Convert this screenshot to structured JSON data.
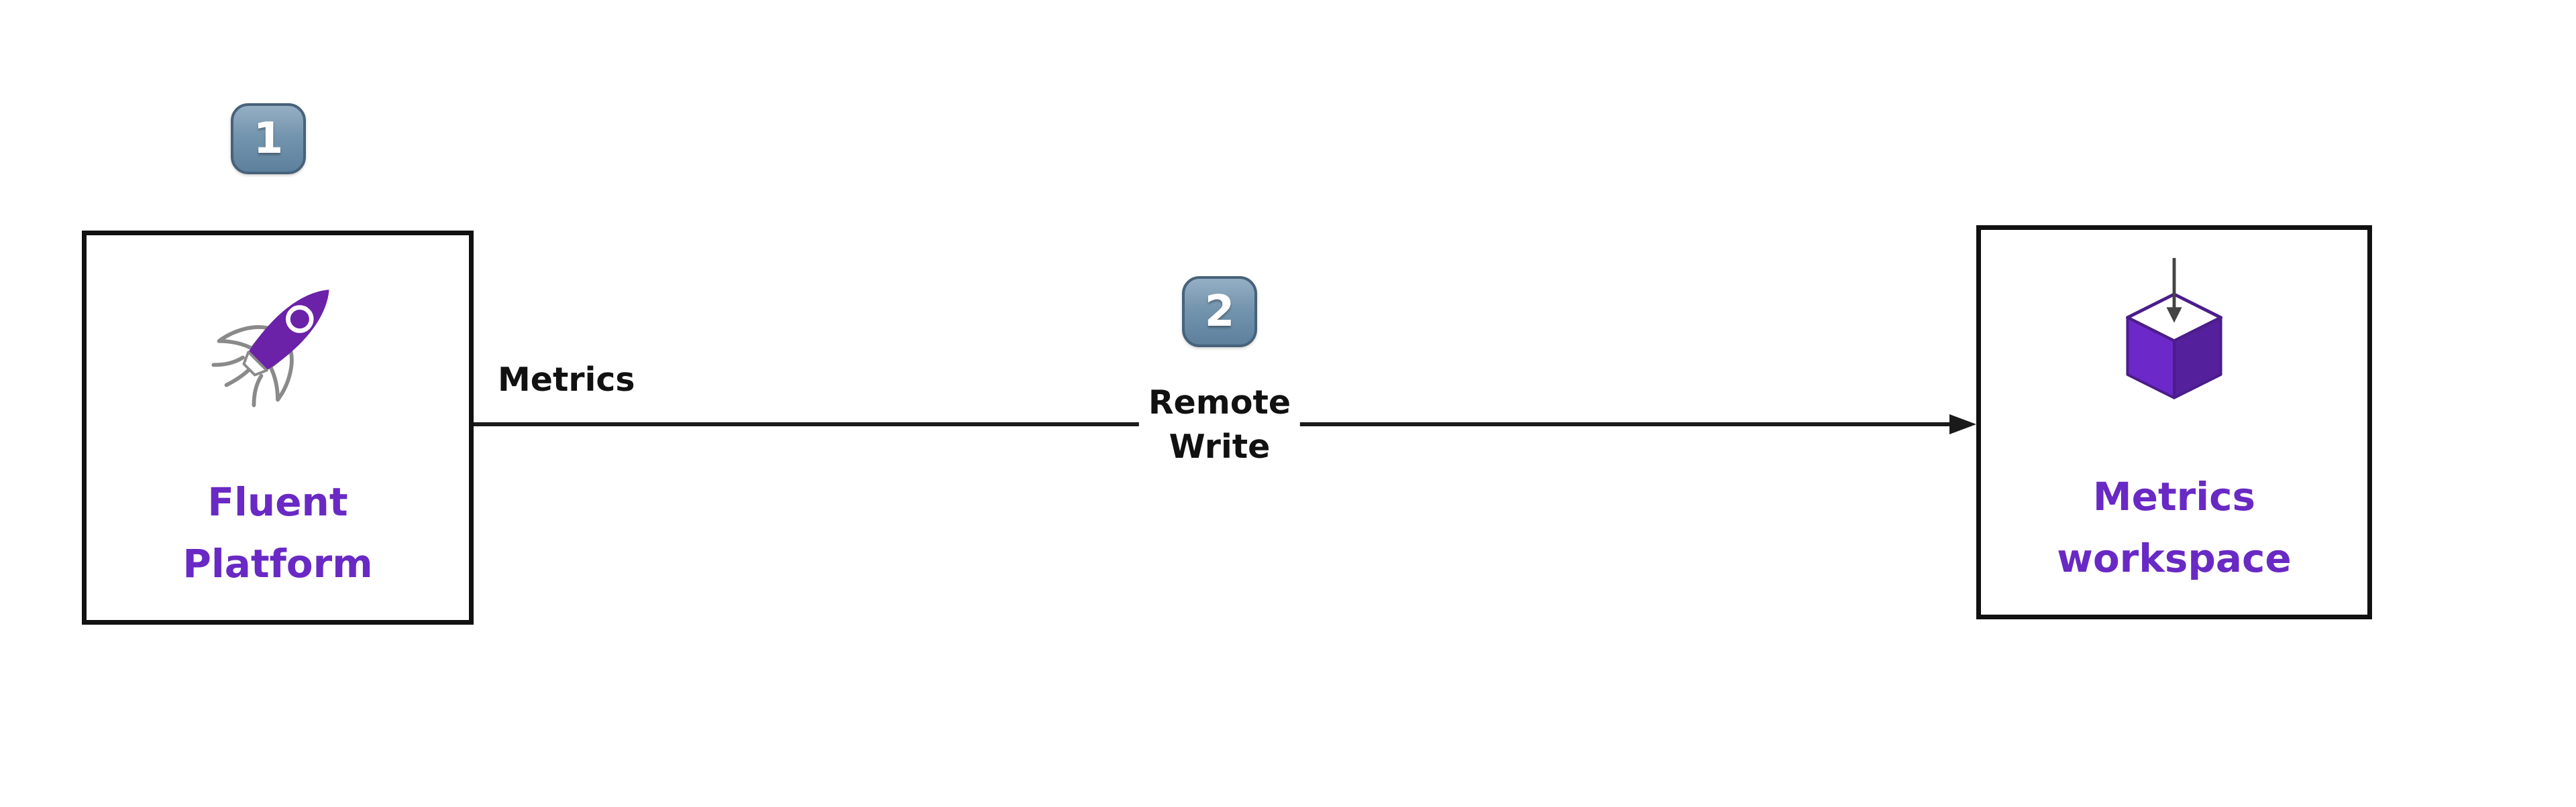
{
  "diagram": {
    "step1_badge": "1",
    "step2_badge": "2",
    "fluent_node": {
      "line1": "Fluent",
      "line2": "Platform"
    },
    "metrics_node": {
      "line1": "Metrics",
      "line2": "workspace"
    },
    "edge": {
      "start_label": "Metrics",
      "mid_label_line1": "Remote",
      "mid_label_line2": "Write"
    },
    "colors": {
      "node_label_purple": "#6929c4",
      "rocket_purple": "#6b21a8",
      "cube_purple_left": "#6d28c9",
      "cube_purple_right": "#54209b",
      "edge_black": "#1a1a1a",
      "node_border_black": "#111111",
      "badge_border": "#47627a",
      "badge_fill_top": "#95afc4",
      "badge_fill_bottom": "#5d809d"
    }
  }
}
